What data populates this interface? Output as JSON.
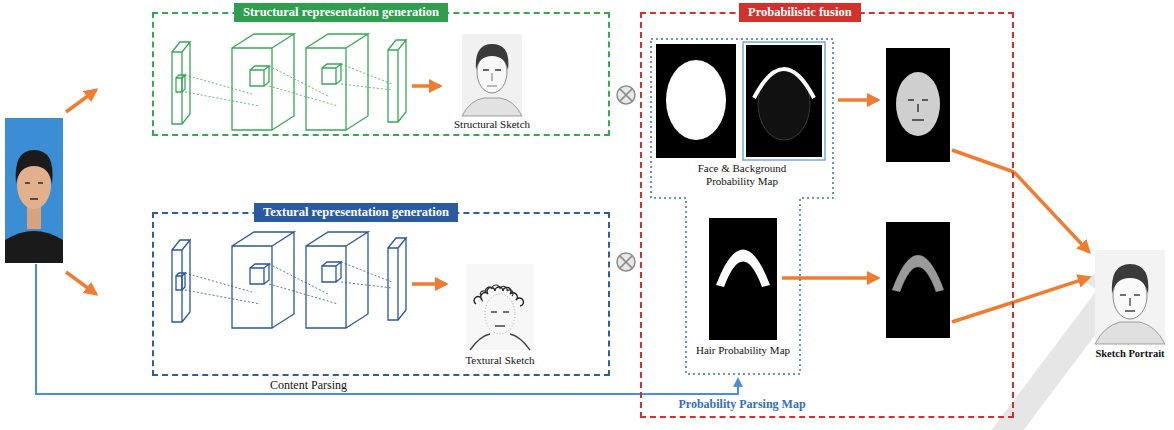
{
  "diagram": {
    "nodes": [
      {
        "text": [
          "Structural representation generation"
        ]
      },
      {
        "text": [
          "Structural Sketch"
        ],
        "in": 0
      },
      {
        "text": [
          "Textural representation generation"
        ]
      },
      {
        "text": [
          "Textural Sketch"
        ],
        "in": 2
      },
      {
        "text": [
          "Probabilistic fusion"
        ]
      },
      {
        "text": [
          "Probability Parsing Map"
        ],
        "in": 4
      },
      {
        "text": [
          "Face & Background Probability Map"
        ],
        "in": 5
      },
      {
        "text": [
          "Hair Probability Map"
        ],
        "in": 5
      },
      {
        "text": [
          "Sketch Portrait"
        ]
      }
    ],
    "edges": [
      {
        "from": 4,
        "to": 8,
        "arrow": "to"
      },
      {
        "from": 4,
        "to": 8,
        "arrow": "to"
      }
    ],
    "labels": [
      "Content Parsing"
    ]
  }
}
